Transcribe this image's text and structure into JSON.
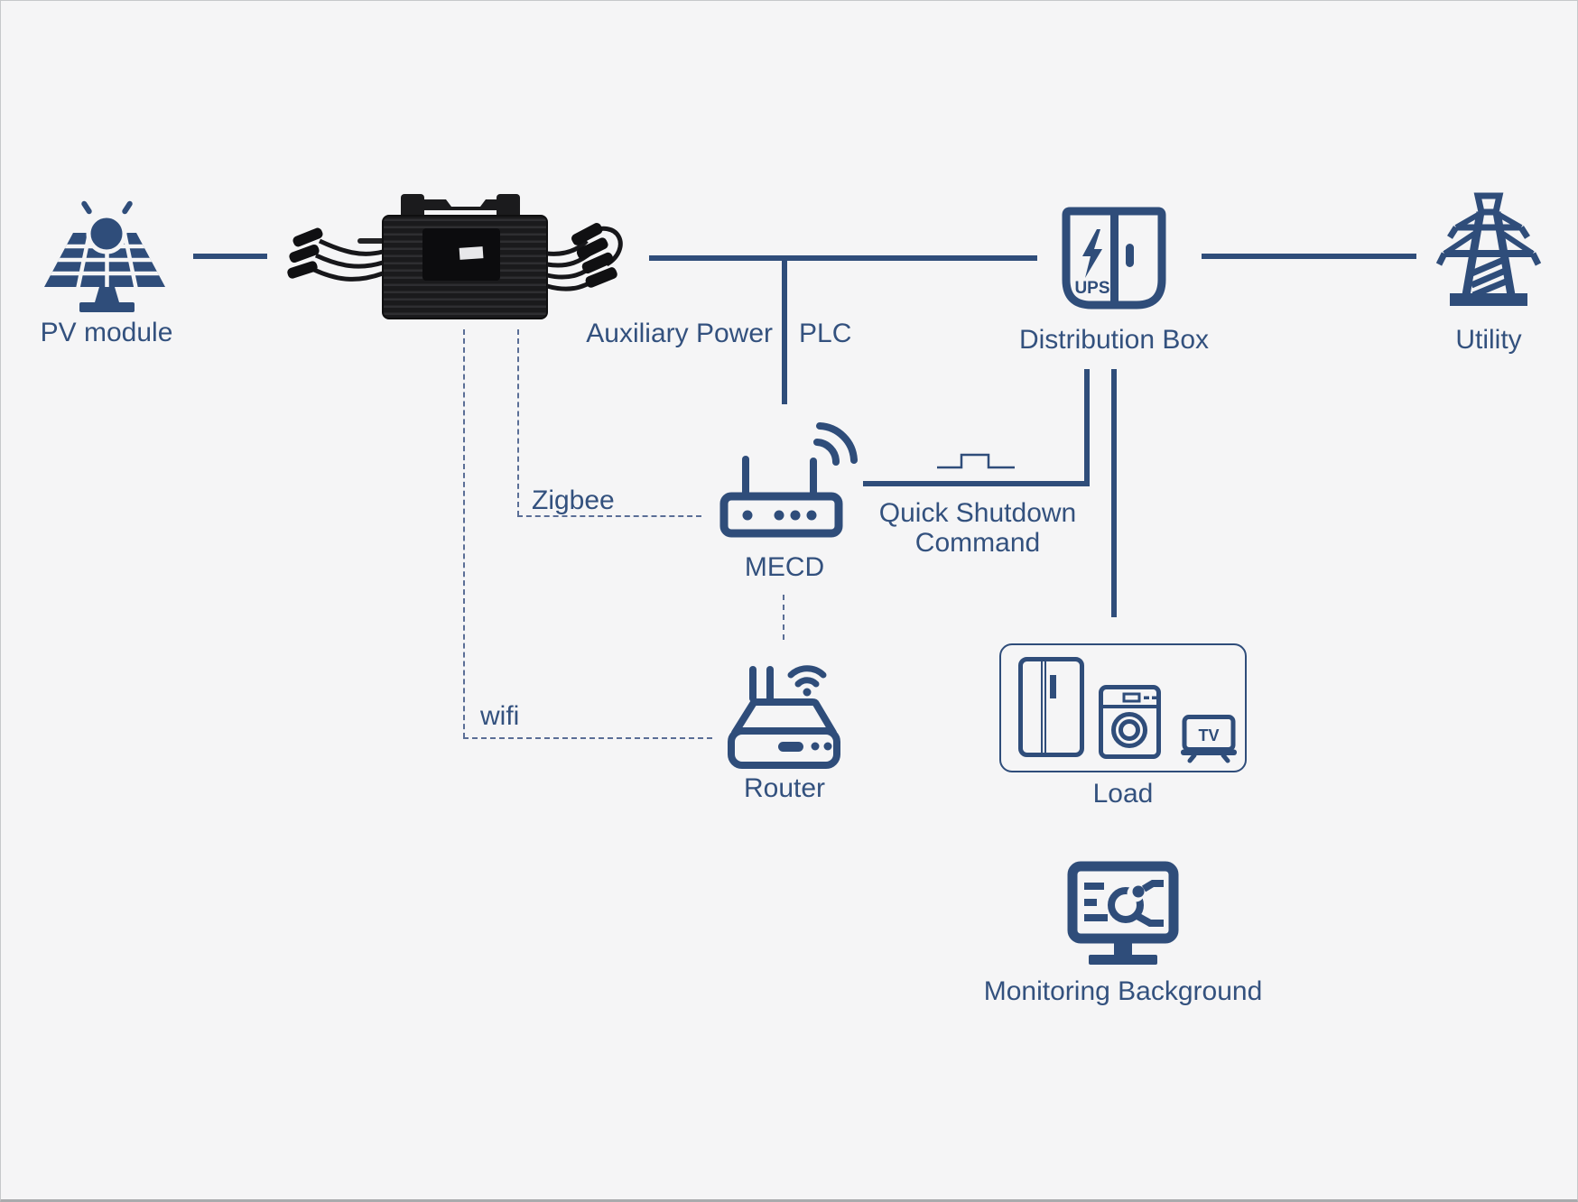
{
  "colors": {
    "background": "#f5f5f6",
    "accent": "#2F4D7A",
    "label_text": "#33517E",
    "dashed_line": "#5A6E96"
  },
  "nodes": {
    "pv": {
      "label": "PV module",
      "icon": "solar-panel-icon"
    },
    "microinverter": {
      "icon": "microinverter-photo"
    },
    "distribution_box": {
      "label": "Distribution Box",
      "ups": "UPS",
      "icon": "distribution-cabinet-icon"
    },
    "utility": {
      "label": "Utility",
      "icon": "transmission-tower-icon"
    },
    "mecd": {
      "label": "MECD",
      "icon": "gateway-antenna-icon"
    },
    "router": {
      "label": "Router",
      "icon": "wifi-router-icon"
    },
    "load": {
      "label": "Load",
      "tv": "TV",
      "icons": [
        "fridge-icon",
        "washing-machine-icon",
        "tv-icon"
      ]
    },
    "monitoring": {
      "label": "Monitoring Background",
      "icon": "monitor-dashboard-icon"
    }
  },
  "edges": {
    "auxiliary_power": {
      "label": "Auxiliary Power"
    },
    "plc": {
      "label": "PLC"
    },
    "zigbee": {
      "label": "Zigbee"
    },
    "wifi": {
      "label": "wifi"
    },
    "quick_shutdown": {
      "label_line1": "Quick Shutdown",
      "label_line2": "Command",
      "icon": "pulse-signal-icon"
    }
  }
}
